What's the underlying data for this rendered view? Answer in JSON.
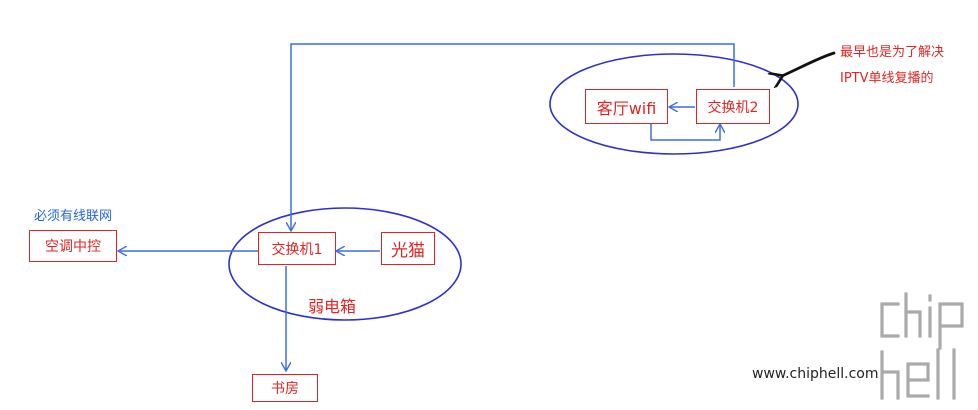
{
  "colors": {
    "node_border": "#e02424",
    "node_text": "#e02424",
    "connector": "#3a6fe0",
    "group_outline": "#2f2fd0",
    "note_red": "#e02424",
    "note_blue": "#2266dd",
    "pointer": "#111111",
    "watermark_text": "#222222",
    "watermark_logo": "#aaaaaa"
  },
  "nodes": {
    "living_room_wifi": "客厅wifi",
    "switch_2": "交换机2",
    "switch_1": "交换机1",
    "optical_modem": "光猫",
    "ac_controller": "空调中控",
    "study": "书房"
  },
  "groups": {
    "weak_current_box": "弱电箱"
  },
  "notes": {
    "wired_required": "必须有线联网",
    "iptv_reason_line1": "最早也是为了解决",
    "iptv_reason_line2": "IPTV单线复播的"
  },
  "watermark": {
    "url": "www.chiphell.com",
    "logo_icon": "chiphell-logo-icon"
  }
}
